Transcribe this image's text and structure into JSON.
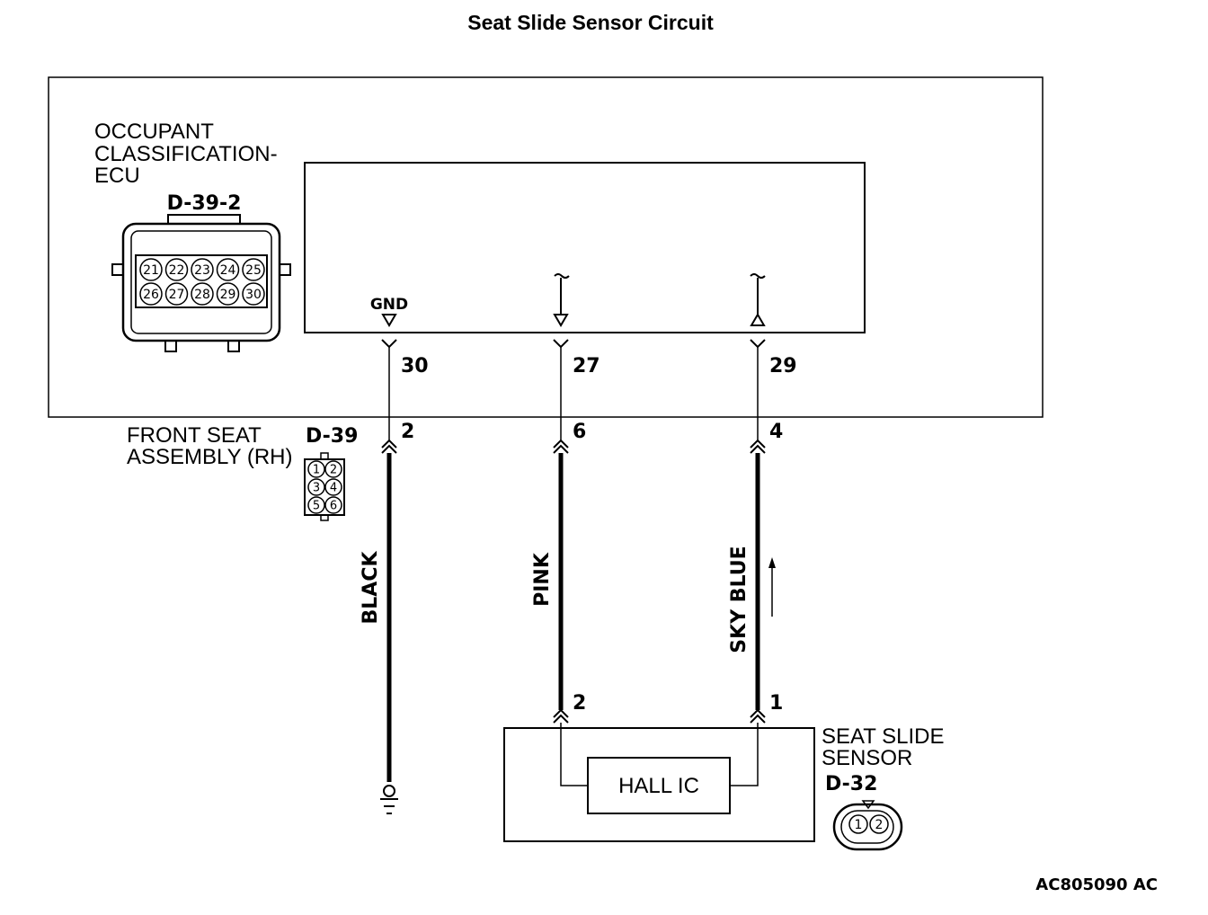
{
  "title": "Seat Slide Sensor Circuit",
  "ecu": {
    "name_lines": [
      "OCCUPANT",
      "CLASSIFICATION-",
      "ECU"
    ],
    "connector_id": "D-39-2",
    "connector_pins_row1": [
      "21",
      "22",
      "23",
      "24",
      "25"
    ],
    "connector_pins_row2": [
      "26",
      "27",
      "28",
      "29",
      "30"
    ],
    "gnd_label": "GND"
  },
  "ecu_terminals": [
    "30",
    "27",
    "29"
  ],
  "front_seat": {
    "name_lines": [
      "FRONT SEAT",
      "ASSEMBLY (RH)"
    ],
    "connector_id": "D-39",
    "connector_pins": [
      "1",
      "2",
      "3",
      "4",
      "5",
      "6"
    ],
    "terminals": [
      "2",
      "6",
      "4"
    ]
  },
  "wires": [
    "BLACK",
    "PINK",
    "SKY BLUE"
  ],
  "sensor": {
    "name_lines": [
      "SEAT SLIDE",
      "SENSOR"
    ],
    "connector_id": "D-32",
    "connector_pins": [
      "1",
      "2"
    ],
    "terminals": [
      "2",
      "1"
    ],
    "component": "HALL IC"
  },
  "figure_code": "AC805090 AC"
}
